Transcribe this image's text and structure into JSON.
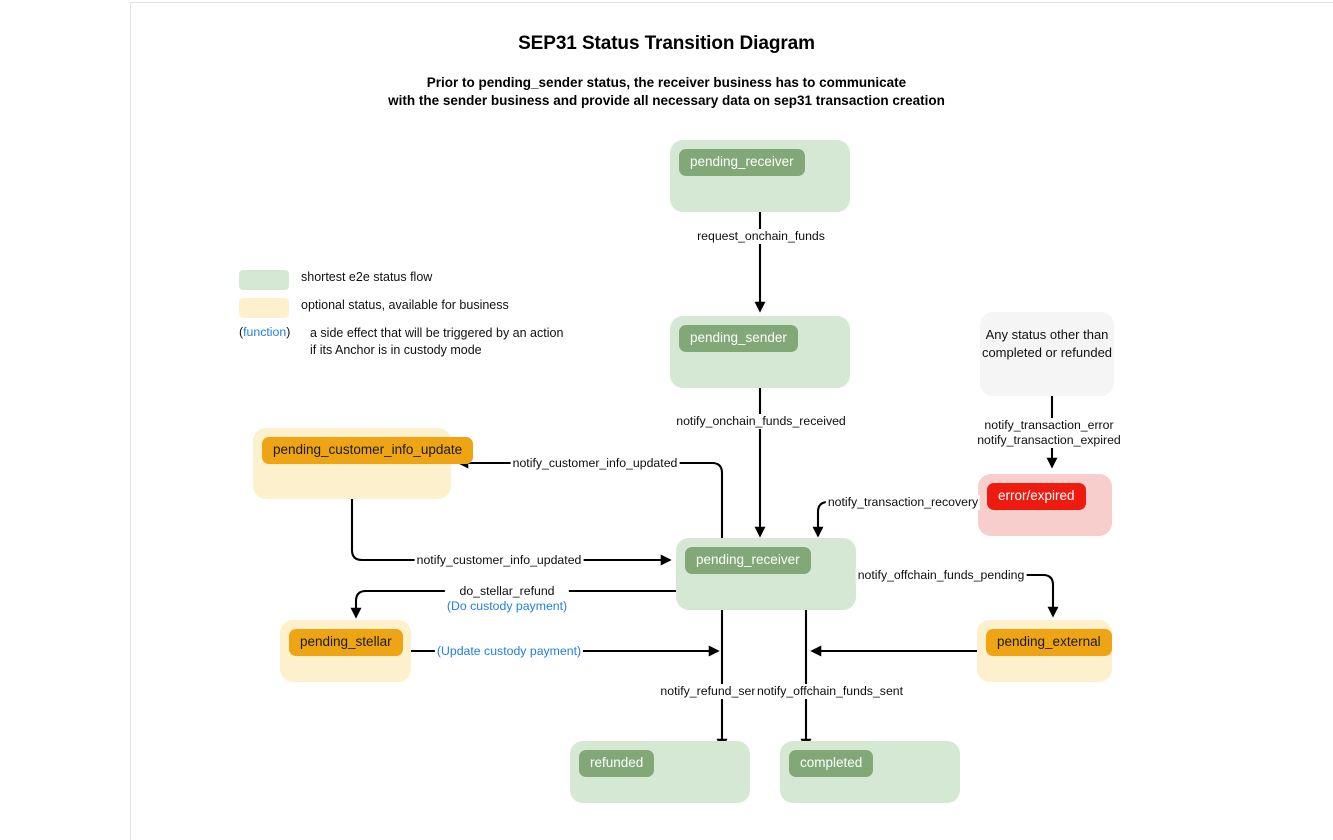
{
  "title": "SEP31 Status Transition Diagram",
  "subtitle_line1": "Prior to pending_sender status, the receiver business has to communicate",
  "subtitle_line2": "with the sender business and provide all necessary data on sep31 transaction creation",
  "colors": {
    "green_container": "#d5e8d4",
    "green_chip": "#82a878",
    "cream_container": "#fdf0cd",
    "orange_chip": "#efa513",
    "pink_container": "#f8cecc",
    "red_chip": "#ee1b10",
    "grey_container": "#f5f5f5",
    "function_text": "#1f7fe0",
    "edge": "#000000"
  },
  "legend": {
    "items": [
      {
        "swatch": "green",
        "text": "shortest e2e status flow"
      },
      {
        "swatch": "cream",
        "text": "optional status, available for business"
      }
    ],
    "function_key": "(function)",
    "function_word": "function",
    "function_text_line1": "a side effect that will be triggered by an action",
    "function_text_line2": "if its Anchor is in custody mode"
  },
  "nodes": [
    {
      "id": "pending_receiver_top",
      "label": "pending_receiver",
      "style": "green"
    },
    {
      "id": "pending_sender",
      "label": "pending_sender",
      "style": "green"
    },
    {
      "id": "any_status",
      "label": "Any status other than\ncompleted or refunded",
      "line1": "Any status other than",
      "line2": "completed or refunded",
      "style": "grey"
    },
    {
      "id": "error_expired",
      "label": "error/expired",
      "style": "pink"
    },
    {
      "id": "pending_customer_info_update",
      "label": "pending_customer_info_update",
      "style": "cream"
    },
    {
      "id": "pending_receiver_mid",
      "label": "pending_receiver",
      "style": "green"
    },
    {
      "id": "pending_stellar",
      "label": "pending_stellar",
      "style": "cream"
    },
    {
      "id": "pending_external",
      "label": "pending_external",
      "style": "cream"
    },
    {
      "id": "refunded",
      "label": "refunded",
      "style": "green"
    },
    {
      "id": "completed",
      "label": "completed",
      "style": "green"
    }
  ],
  "edges": [
    {
      "id": "e1",
      "label": "request_onchain_funds"
    },
    {
      "id": "e2",
      "label": "notify_onchain_funds_received"
    },
    {
      "id": "e3",
      "label_line1": "notify_transaction_error",
      "label_line2": "notify_transaction_expired"
    },
    {
      "id": "e4",
      "label": "notify_transaction_recovery"
    },
    {
      "id": "e5",
      "label": "notify_customer_info_updated"
    },
    {
      "id": "e6",
      "label": "notify_customer_info_updated"
    },
    {
      "id": "e7",
      "label": "do_stellar_refund",
      "function": "(Do custody payment)"
    },
    {
      "id": "e8",
      "function": "(Update custody payment)"
    },
    {
      "id": "e9",
      "label": "notify_offchain_funds_pending"
    },
    {
      "id": "e10",
      "label": "notify_refund_sent"
    },
    {
      "id": "e11",
      "label": "notify_offchain_funds_sent"
    }
  ]
}
